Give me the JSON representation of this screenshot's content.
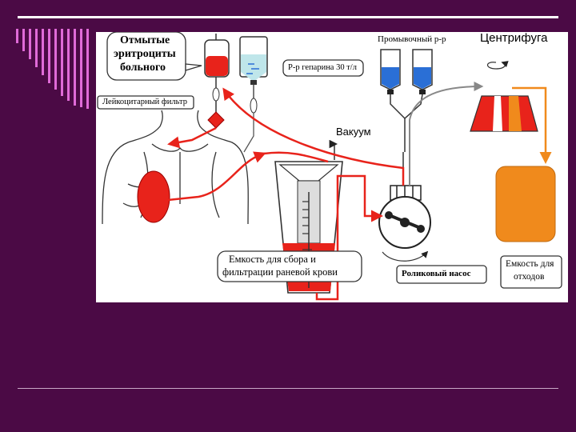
{
  "labels": {
    "washed_rbc": [
      "Отмытые",
      "эритроциты",
      "больного"
    ],
    "leukocyte_filter": "Лейкоцитарный фильтр",
    "heparin": "Р-р гепарина 30 т/л",
    "wash_solution": "Промывочный р-р",
    "centrifuge": "Центрифуга",
    "vacuum": "Вакуум",
    "collection_container": [
      "Емкость  для сбора и",
      "фильтрации раневой крови"
    ],
    "roller_pump": "Роликовый   насос",
    "waste_container": [
      "Емкость для",
      "отходов"
    ]
  },
  "colors": {
    "background": "#4b0a45",
    "blood": "#e8231b",
    "wash": "#2a6fd6",
    "heparin": "#bfe6ea",
    "waste": "#f08a1c",
    "stripes": "#e06bd8"
  },
  "icons": [
    "diamond-filter-icon",
    "arrow-icon"
  ]
}
